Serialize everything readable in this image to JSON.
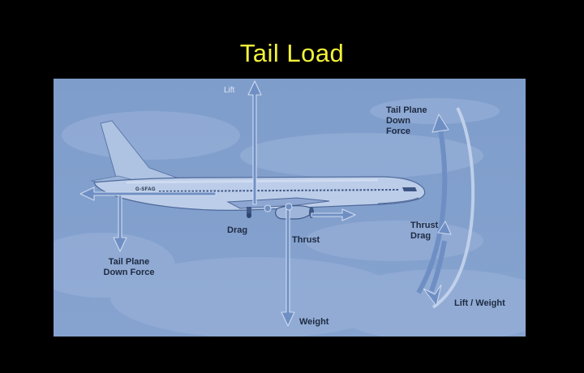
{
  "slide": {
    "title": "Tail Load"
  },
  "diagram": {
    "labels": {
      "lift": "Lift",
      "tail_plane_down_force_right": [
        "Tail Plane",
        "Down",
        "Force"
      ],
      "tail_plane_down_force_left": [
        "Tail Plane",
        "Down Force"
      ],
      "thrust_drag": [
        "Thrust",
        "Drag"
      ],
      "drag": "Drag",
      "thrust": "Thrust",
      "weight": "Weight",
      "lift_weight": "Lift / Weight"
    },
    "aircraft_registration": "G-SFAG"
  },
  "colors": {
    "background": "#000000",
    "title": "#f2f23a",
    "panel": "#7d9bc9",
    "arrow": "#6f8fc4",
    "arrow_outline": "#cfdbef",
    "text": "#1e2a40"
  }
}
